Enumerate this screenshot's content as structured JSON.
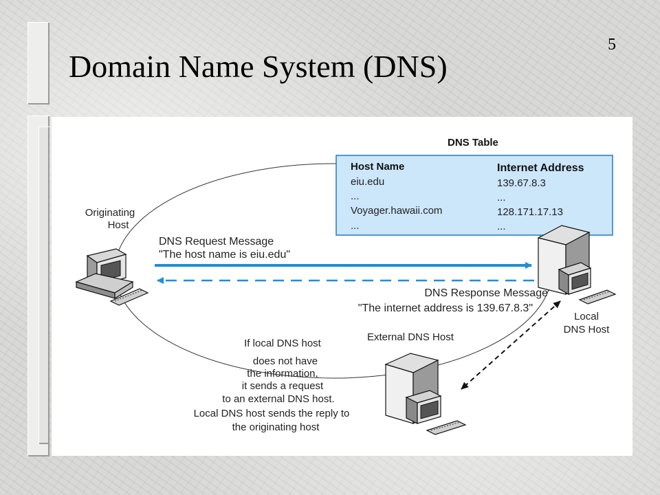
{
  "slide": {
    "title": "Domain Name System (DNS)",
    "page_number": "5"
  },
  "diagram": {
    "dns_table": {
      "title": "DNS Table",
      "col_host": "Host Name",
      "col_address": "Internet Address",
      "rows": [
        {
          "host": "eiu.edu",
          "address": "139.67.8.3"
        },
        {
          "host": "...",
          "address": "..."
        },
        {
          "host": "Voyager.hawaii.com",
          "address": "128.171.17.13"
        },
        {
          "host": "...",
          "address": "..."
        }
      ]
    },
    "originating_host": [
      "Originating",
      "Host"
    ],
    "local_dns_host": [
      "Local",
      "DNS Host"
    ],
    "external_dns_host": "External DNS Host",
    "request": {
      "title": "DNS Request Message",
      "text": "\"The host name is eiu.edu\""
    },
    "response": {
      "title": "DNS Response Message",
      "text": "\"The internet address is 139.67.8.3\""
    },
    "note": [
      "If local DNS host",
      "does not have",
      "the information,",
      "it sends a request",
      "to an external DNS host.",
      "Local DNS host sends the reply to",
      "the originating host"
    ],
    "colors": {
      "table_fill": "#cce6fa",
      "table_border": "#1e7bbf",
      "arrow": "#1f8ed6"
    }
  }
}
